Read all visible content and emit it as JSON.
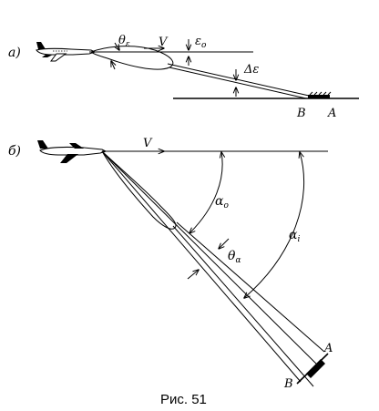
{
  "panel_a": {
    "tag": "а)",
    "theta": "θ",
    "theta_sub": "ε",
    "velocity": "V",
    "eps": "ε",
    "eps_sub": "o",
    "delta_eps": "Δε",
    "point_b": "B",
    "point_a": "A"
  },
  "panel_b": {
    "tag": "б)",
    "velocity": "V",
    "alpha0": "α",
    "alpha0_sub": "o",
    "alphai": "α",
    "alphai_sub": "i",
    "theta": "θ",
    "theta_sub": "α",
    "point_a": "A",
    "point_b": "B"
  },
  "caption": "Рис. 51"
}
